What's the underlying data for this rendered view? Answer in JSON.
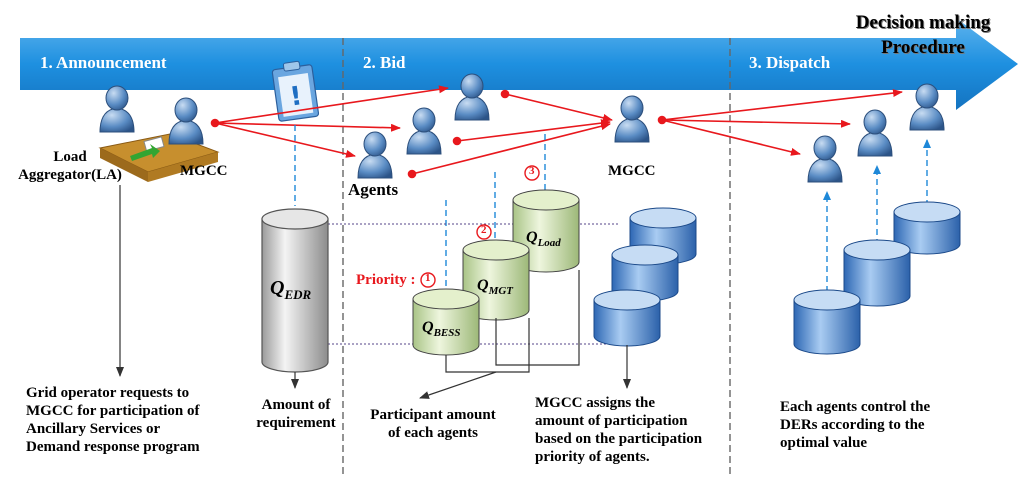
{
  "title": {
    "line1": "Decision making",
    "line2": "Procedure"
  },
  "stages": {
    "announcement": "1. Announcement",
    "bid": "2. Bid",
    "dispatch": "3. Dispatch"
  },
  "labels": {
    "load_aggregator_line1": "Load",
    "load_aggregator_line2": "Aggregator(LA)",
    "mgcc_left": "MGCC",
    "agents": "Agents",
    "mgcc_center": "MGCC",
    "priority": "Priority :"
  },
  "priority_markers": [
    "①",
    "②",
    "③"
  ],
  "queues": {
    "edr": {
      "q": "Q",
      "sub": "EDR"
    },
    "bess": {
      "q": "Q",
      "sub": "BESS"
    },
    "mgt": {
      "q": "Q",
      "sub": "MGT"
    },
    "load": {
      "q": "Q",
      "sub": "Load"
    }
  },
  "descriptions": {
    "grid_operator": [
      "Grid operator requests to",
      "MGCC for participation of",
      "Ancillary Services or",
      "Demand response program"
    ],
    "amount_requirement": [
      "Amount of",
      "requirement"
    ],
    "participant_amount": [
      "Participant amount",
      "of each agents"
    ],
    "mgcc_assigns": [
      "MGCC assigns the",
      "amount of participation",
      "based on the participation",
      "priority of agents."
    ],
    "agents_control": [
      "Each agents control the",
      "DERs according to the",
      "optimal value"
    ]
  },
  "colors": {
    "banner": "#1e90e0",
    "arrow_red": "#e8181d",
    "dashed_blue": "#1e88d8",
    "person": "#5a8cc4",
    "cyl_green": "#d6e8b4",
    "cyl_blue": "#6a9fd8",
    "cyl_gray": "#d8d8d8"
  }
}
